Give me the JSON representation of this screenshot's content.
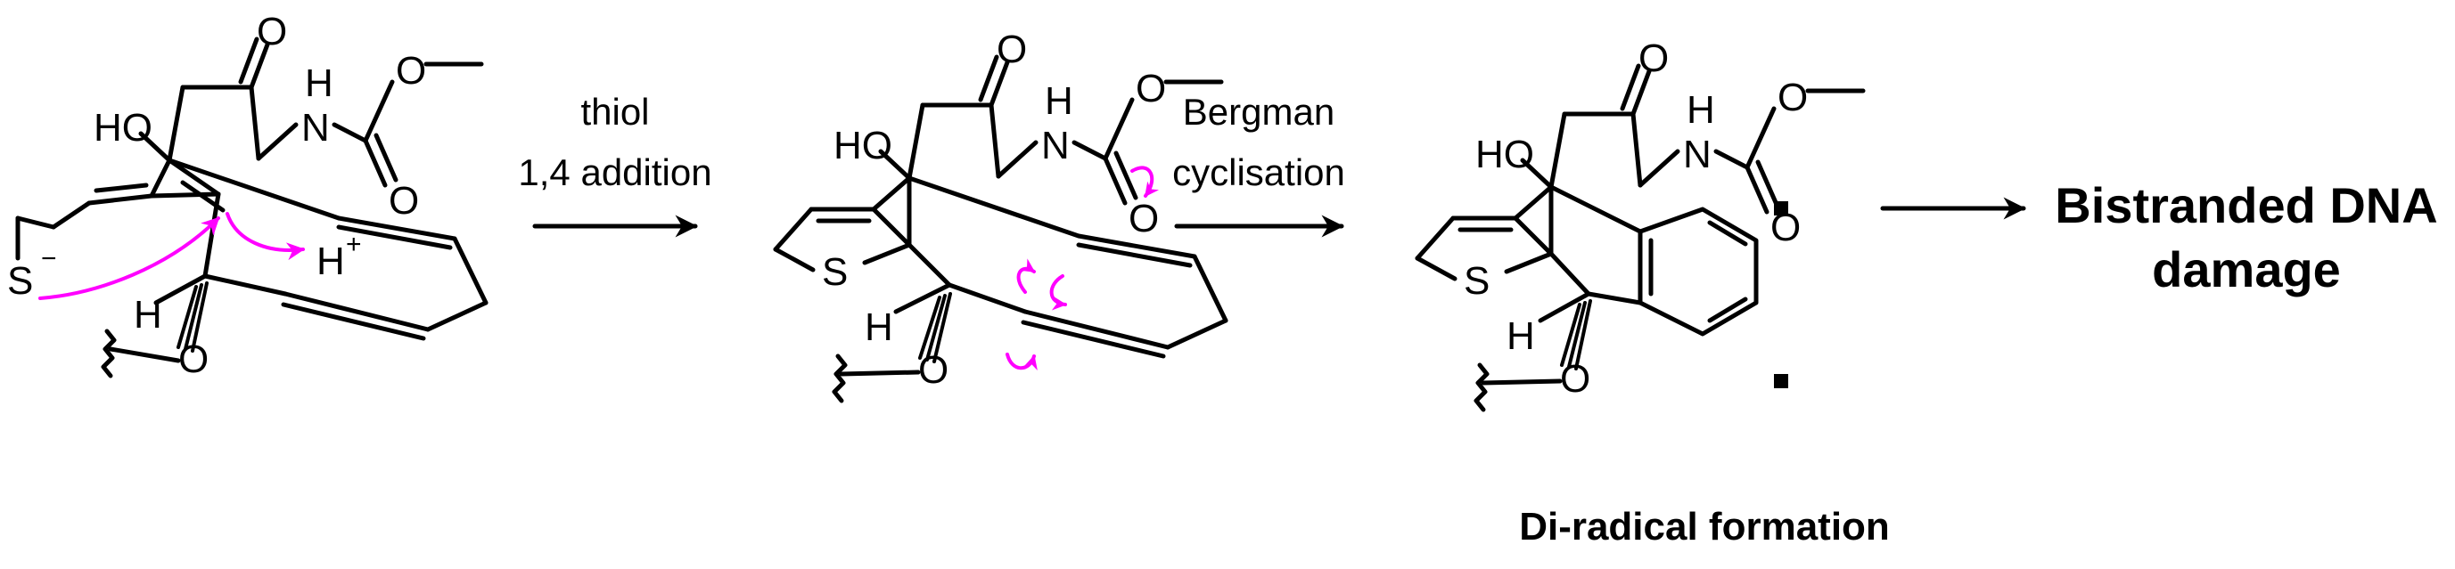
{
  "molecule_1": {
    "atoms": {
      "ho": "HO",
      "o_ketone": "O",
      "nh_h": "H",
      "nh_n": "N",
      "o_ester": "O",
      "o_carbonyl": "O",
      "s": "S",
      "h_stereo": "H",
      "o_ether": "O",
      "h_cation": "H"
    },
    "charges": {
      "s_minus": "−",
      "h_plus": "+"
    }
  },
  "molecule_2": {
    "atoms": {
      "ho": "HO",
      "o_ketone": "O",
      "nh_h": "H",
      "nh_n": "N",
      "o_ester": "O",
      "o_carbonyl": "O",
      "s": "S",
      "h_stereo": "H",
      "o_ether": "O"
    }
  },
  "molecule_3": {
    "atoms": {
      "ho": "HO",
      "o_ketone": "O",
      "nh_h": "H",
      "nh_n": "N",
      "o_ester": "O",
      "o_carbonyl": "O",
      "s": "S",
      "h_stereo": "H",
      "o_ether": "O"
    },
    "radical_dots": 2
  },
  "steps": [
    {
      "line1": "thiol",
      "line2": "1,4 addition"
    },
    {
      "line1": "Bergman",
      "line2": "cyclisation"
    }
  ],
  "product": {
    "line1": "Bistranded DNA",
    "line2": "damage"
  },
  "caption": "Di-radical formation",
  "colors": {
    "ink": "#000000",
    "mechanism_arrows": "#ff00ff"
  }
}
